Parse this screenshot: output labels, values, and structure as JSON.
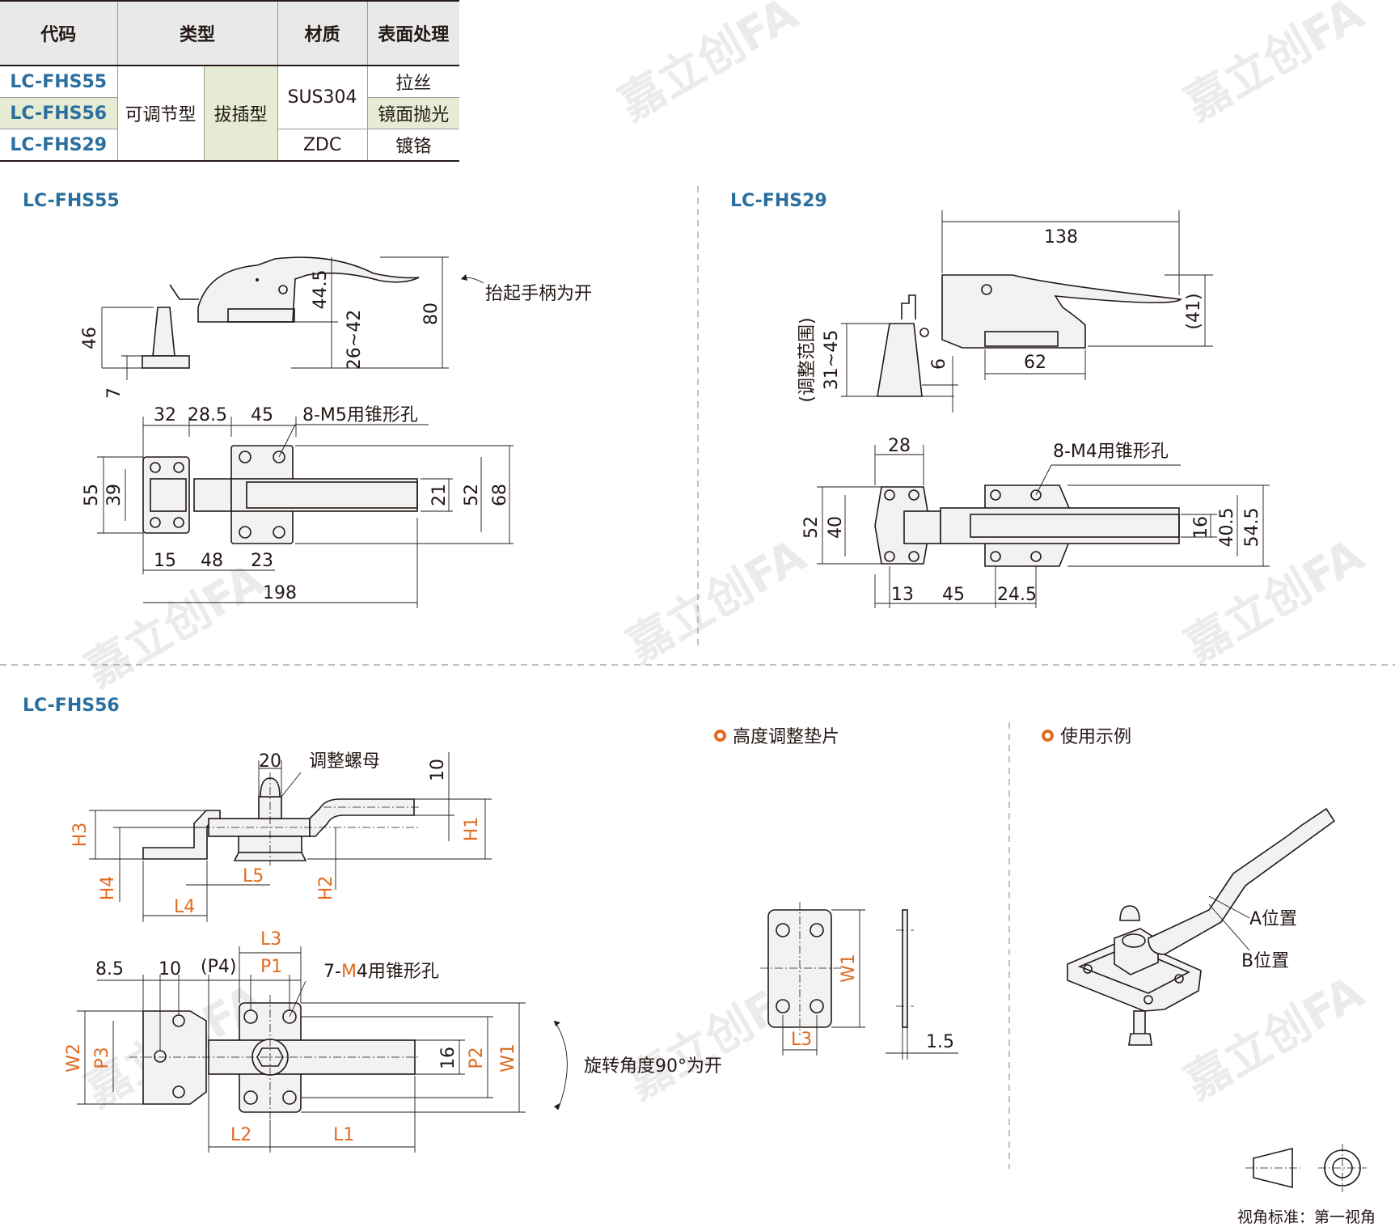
{
  "table": {
    "headers": [
      "代码",
      "类型",
      "材质",
      "表面处理"
    ],
    "rows": [
      {
        "code": "LC-FHS55",
        "surface": "拉丝"
      },
      {
        "code": "LC-FHS56",
        "type1": "可调节型",
        "type2": "拔插型",
        "material": "SUS304",
        "surface": "镜面抛光"
      },
      {
        "code": "LC-FHS29",
        "material": "ZDC",
        "surface": "镀铬"
      }
    ]
  },
  "labels": {
    "fhs55": "LC-FHS55",
    "fhs29": "LC-FHS29",
    "fhs56": "LC-FHS56",
    "shim": "高度调整垫片",
    "example": "使用示例",
    "view_standard": "视角标准：第一视角"
  },
  "fhs55": {
    "d_44_5": "44.5",
    "d_80": "80",
    "d_46": "46",
    "d_26_42": "26~42",
    "d_7": "7",
    "lift_note": "抬起手柄为开",
    "d_32": "32",
    "d_28_5": "28.5",
    "d_45": "45",
    "hole_note": "8-M5用锥形孔",
    "d_55": "55",
    "d_39": "39",
    "d_21": "21",
    "d_52": "52",
    "d_68": "68",
    "d_15": "15",
    "d_48": "48",
    "d_23": "23",
    "d_198": "198"
  },
  "fhs29": {
    "d_138": "138",
    "d_41": "(41)",
    "d_range_label": "(调整范围)",
    "d_31_45": "31~45",
    "d_6": "6",
    "d_62": "62",
    "d_28": "28",
    "hole_note": "8-M4用锥形孔",
    "d_52": "52",
    "d_40": "40",
    "d_16": "16",
    "d_40_5": "40.5",
    "d_54_5": "54.5",
    "d_13": "13",
    "d_45": "45",
    "d_24_5": "24.5"
  },
  "fhs56": {
    "d_20": "20",
    "nut_note": "调整螺母",
    "d_10": "10",
    "H1": "H1",
    "H2": "H2",
    "H3": "H3",
    "H4": "H4",
    "L1": "L1",
    "L2": "L2",
    "L3": "L3",
    "L4": "L4",
    "L5": "L5",
    "P1": "P1",
    "P2": "P2",
    "P3": "P3",
    "P4": "(P4)",
    "W1": "W1",
    "W2": "W2",
    "d_8_5": "8.5",
    "d_10b": "10",
    "d_16": "16",
    "hole_note_a": "7-",
    "hole_note_b": "M",
    "hole_note_c": "4用锥形孔",
    "rotate_note": "旋转角度90°为开"
  },
  "shim": {
    "W1": "W1",
    "L3": "L3",
    "d_1_5": "1.5"
  },
  "example": {
    "pos_a": "A位置",
    "pos_b": "B位置"
  },
  "watermark": {
    "brand": "嘉立创FA"
  }
}
